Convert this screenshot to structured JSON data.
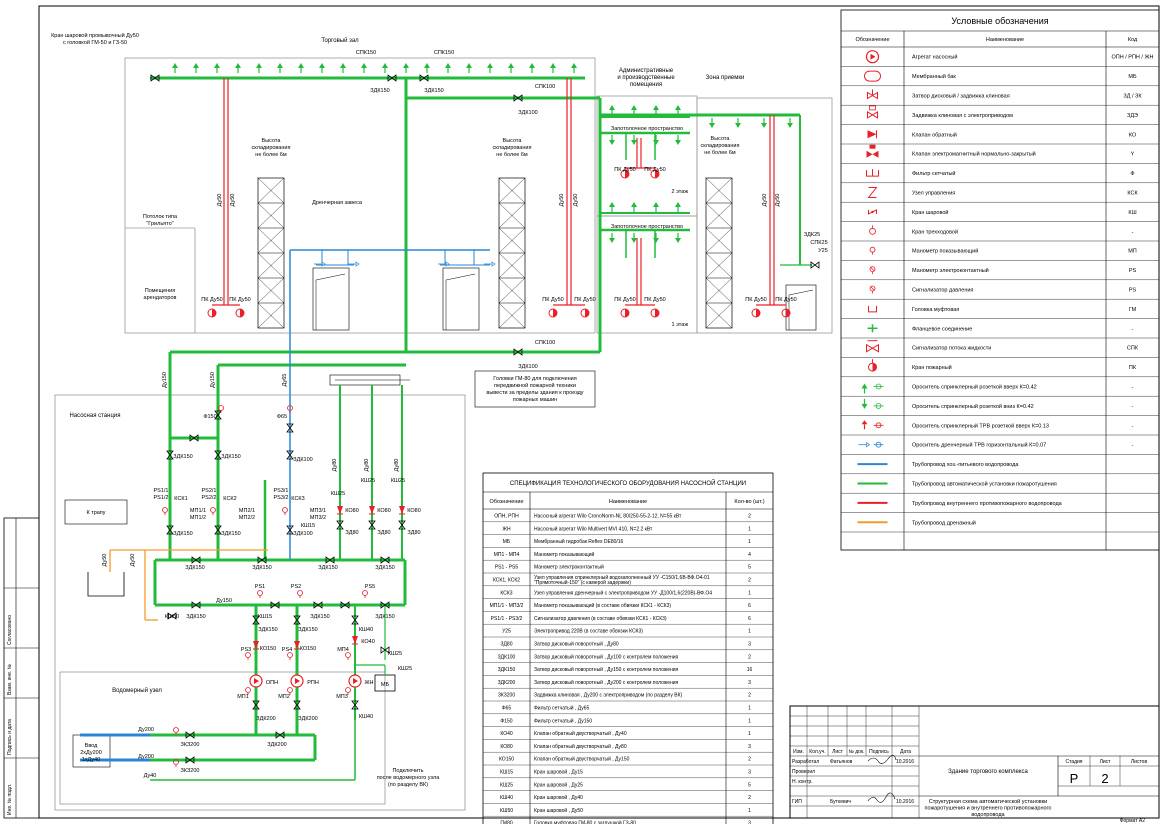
{
  "diagram": {
    "zones": {
      "trade_hall": "Торговый зал",
      "admin": [
        "Административные",
        "и производственные",
        "помещения"
      ],
      "reception": "Зона приемки",
      "ceiling_type": [
        "Потолок типа",
        "\"Грильято\""
      ],
      "tenant_rooms": [
        "Помещения",
        "арендаторов"
      ],
      "storage_height": [
        "Высота",
        "складирования",
        "не более 6м"
      ],
      "drencher": "Дренчерная завеса",
      "ceiling_space": "Запотолочное пространство",
      "floor2": "2 этаж",
      "floor1": "1 этаж",
      "pump_station": "Насосная станция",
      "to_tray": "К трапу",
      "water_unit": "Водомерный узел",
      "inlet": [
        "Ввод",
        "2хДу200",
        "1хДу40"
      ],
      "connect": [
        "Подключить",
        "после водомерного узла",
        "(по разделу ВК)"
      ],
      "fire_hose": [
        "Головки ГМ-80 для подключения",
        "передвижной пожарной техники",
        "вывести за пределы здания к проезду",
        "пожарных машин"
      ],
      "ball_valve_note": [
        "Кран шаровой промывочный Ду50",
        "с головкой ГМ-50 и ГЗ-50"
      ]
    },
    "labels": {
      "spk150": "СПК150",
      "zdk150": "ЗДК150",
      "spk100": "СПК100",
      "zdk100": "ЗДК100",
      "zdk25": "ЗДК25",
      "spk25": "СПК25",
      "u25": "У25",
      "pk50": "ПК Ду50",
      "du50": "Ду50",
      "du150": "Ду150",
      "du100": "Ду100",
      "du65": "Ду65",
      "du40": "Ду40",
      "du200": "Ду200",
      "f150": "Ф150",
      "f65": "Ф65",
      "zdk200": "ЗДК200",
      "zkz200": "ЗКЗ200",
      "ksh50": "КШ50",
      "ksh15": "КШ15",
      "ksh25": "КШ25",
      "ksh40": "КШ40",
      "ko40": "КО40",
      "ko80": "КО80",
      "ko150": "КО150",
      "zd80": "ЗД80",
      "rs1": "РS1",
      "rs2": "РS2",
      "rs3": "РS3",
      "rs4": "РS4",
      "rs5": "РS5",
      "rs11": [
        "РS1/1",
        "РS1/2"
      ],
      "rs21": [
        "РS2/1",
        "РS2/2"
      ],
      "rs31": [
        "РS3/1",
        "РS3/2"
      ],
      "ksk1": "КСК1",
      "ksk2": "КСК2",
      "ksk3": "КСК3",
      "mp11": [
        "МП1/1",
        "МП1/2"
      ],
      "mp21": [
        "МП2/1",
        "МП2/2"
      ],
      "mp31": [
        "МП3/1",
        "МП3/2"
      ],
      "mp1": "МП1",
      "mp2": "МП2",
      "mp3": "МП3",
      "mp4": "МП4",
      "opn": "ОПН",
      "rpn": "РПН",
      "zhn": "ЖН",
      "mb": "МБ"
    },
    "legend": {
      "title": "Условные обозначения",
      "head": [
        "Обозначение",
        "Наименование",
        "Код"
      ],
      "rows": [
        {
          "name": "Агрегат насосный",
          "code": "ОПН / РПН / ЖН"
        },
        {
          "name": "Мембранный бак",
          "code": "МБ"
        },
        {
          "name": "Затвор дисковый / задвижка клиновая",
          "code": "ЗД / ЗК"
        },
        {
          "name": "Задвижка клиновая с электроприводом",
          "code": "ЗДЭ"
        },
        {
          "name": "Клапан обратный",
          "code": "КО"
        },
        {
          "name": "Клапан электромагнитный нормально-закрытый",
          "code": "Y"
        },
        {
          "name": "Фильтр сетчатый",
          "code": "Ф"
        },
        {
          "name": "Узел управления",
          "code": "КСК"
        },
        {
          "name": "Кран шаровой",
          "code": "КШ"
        },
        {
          "name": "Кран трехходовой",
          "code": "-"
        },
        {
          "name": "Манометр показывающий",
          "code": "МП"
        },
        {
          "name": "Манометр электроконтактный",
          "code": "РS"
        },
        {
          "name": "Сигнализатор давления",
          "code": "РS"
        },
        {
          "name": "Головка муфтовая",
          "code": "ГМ"
        },
        {
          "name": "Фланцевое соединение",
          "code": "-"
        },
        {
          "name": "Сигнализатор потока жидкости",
          "code": "СПК"
        },
        {
          "name": "Кран пожарный",
          "code": "ПК"
        },
        {
          "name": "Ороситель спринклерный розеткой вверх К=0.42",
          "code": "-"
        },
        {
          "name": "Ороситель спринклерный розеткой вниз К=0.42",
          "code": "-"
        },
        {
          "name": "Ороситель спринклерный ТРВ розеткой вверх К=0.13",
          "code": "-"
        },
        {
          "name": "Ороситель дренчерный ТРВ горизонтальный К=0.07",
          "code": "-"
        },
        {
          "name": "Трубопровод хоз.-питьевого водопровода",
          "code": ""
        },
        {
          "name": "Трубопровод автоматической установки пожаротушения",
          "code": ""
        },
        {
          "name": "Трубопровод внутреннего противопожарного водопровода",
          "code": ""
        },
        {
          "name": "Трубопровод дренажный",
          "code": ""
        }
      ]
    },
    "spec": {
      "title": "СПЕЦИФИКАЦИЯ ТЕХНОЛОГИЧЕСКОГО ОБОРУДОВАНИЯ НАСОСНОЙ СТАНЦИИ",
      "head": [
        "Обозначение",
        "Наименование",
        "Кол-во (шт.)"
      ],
      "rows": [
        {
          "code": "ОПН, РПН",
          "name": "Насосный агрегат Wilo CronoNorm-NL 80/250-55-2-12, N=55 кВт",
          "qty": "2"
        },
        {
          "code": "ЖН",
          "name": "Насосный агрегат Wilo Multivert MVI 410, N=2.2 кВт",
          "qty": "1"
        },
        {
          "code": "МБ",
          "name": "Мембранный гидробак Reflex DE80/16",
          "qty": "1"
        },
        {
          "code": "МП1 - МП4",
          "name": "Манометр показывающий",
          "qty": "4"
        },
        {
          "code": "РS1 - РS5",
          "name": "Манометр электроконтактный",
          "qty": "5"
        },
        {
          "code": "КСК1, КСК2",
          "name": "Узел управления спринклерный водозаполненный УУ -С150/1,6В-ВФ.О4-01 \"Прямоточный-150\" (с камерой задержки)",
          "qty": "2"
        },
        {
          "code": "КСК3",
          "name": "Узел управления дренчерный с электроприводом УУ -Д100/1,6(220В)-ВФ.О4",
          "qty": "1"
        },
        {
          "code": "МП1/1 - МП3/2",
          "name": "Манометр показывающий (в составе обвязки КСК1 - КСК3)",
          "qty": "6"
        },
        {
          "code": "РS1/1 - РS3/2",
          "name": "Сигнализатор давления (в составе обвязки КСК1 - КСК3)",
          "qty": "6"
        },
        {
          "code": "У25",
          "name": "Электропривод 220В (в составе обвязки КСК3)",
          "qty": "1"
        },
        {
          "code": "ЗД80",
          "name": "Затвор дисковый поворотный , Ду80",
          "qty": "3"
        },
        {
          "code": "ЗДК100",
          "name": "Затвор дисковый поворотный , Ду100 с контролем положения",
          "qty": "2"
        },
        {
          "code": "ЗДК150",
          "name": "Затвор дисковый поворотный , Ду150 с контролем положения",
          "qty": "16"
        },
        {
          "code": "ЗДК200",
          "name": "Затвор дисковый поворотный , Ду200 с контролем положения",
          "qty": "3"
        },
        {
          "code": "ЗКЗ200",
          "name": "Задвижка клиновая , Ду200 с электроприводом (по разделу ВК)",
          "qty": "2"
        },
        {
          "code": "Ф65",
          "name": "Фильтр сетчатый , Ду65",
          "qty": "1"
        },
        {
          "code": "Ф150",
          "name": "Фильтр сетчатый , Ду150",
          "qty": "1"
        },
        {
          "code": "КО40",
          "name": "Клапан обратный двустворчатый , Ду40",
          "qty": "1"
        },
        {
          "code": "КО80",
          "name": "Клапан обратный двустворчатый , Ду80",
          "qty": "3"
        },
        {
          "code": "КО150",
          "name": "Клапан обратный двустворчатый , Ду150",
          "qty": "2"
        },
        {
          "code": "КШ15",
          "name": "Кран шаровой , Ду15",
          "qty": "3"
        },
        {
          "code": "КШ25",
          "name": "Кран шаровой , Ду25",
          "qty": "5"
        },
        {
          "code": "КШ40",
          "name": "Кран шаровой , Ду40",
          "qty": "2"
        },
        {
          "code": "КШ50",
          "name": "Кран шаровой , Ду50",
          "qty": "1"
        },
        {
          "code": "ГМ80",
          "name": "Головка муфтовая ГМ-80 с заглушкой ГЗ-80",
          "qty": "3"
        }
      ]
    },
    "stamp": {
      "cols": [
        "Изм.",
        "Кол.уч.",
        "Лист",
        "№ док.",
        "Подпись",
        "Дата"
      ],
      "role1": "Разработал",
      "name1": "Фатьянов",
      "date1": "10.2016",
      "role2": "Проверил",
      "role3": "Н. контр.",
      "role4": "ГИП",
      "name4": "Буткевич",
      "date4": "10.2016",
      "building": "Здание торгового комплекса",
      "title": [
        "Структурная схема автоматической установки",
        "пожаротушения и внутреннего противопожарного",
        "водопровода"
      ],
      "stage_h": "Стадия",
      "sheet_h": "Лист",
      "sheets_h": "Листов",
      "stage": "Р",
      "sheet": "2",
      "format": "Формат А2"
    },
    "side": [
      "Согласовано",
      "Взам. инв. №",
      "Подпись и дата",
      "Инв. № подл."
    ]
  }
}
